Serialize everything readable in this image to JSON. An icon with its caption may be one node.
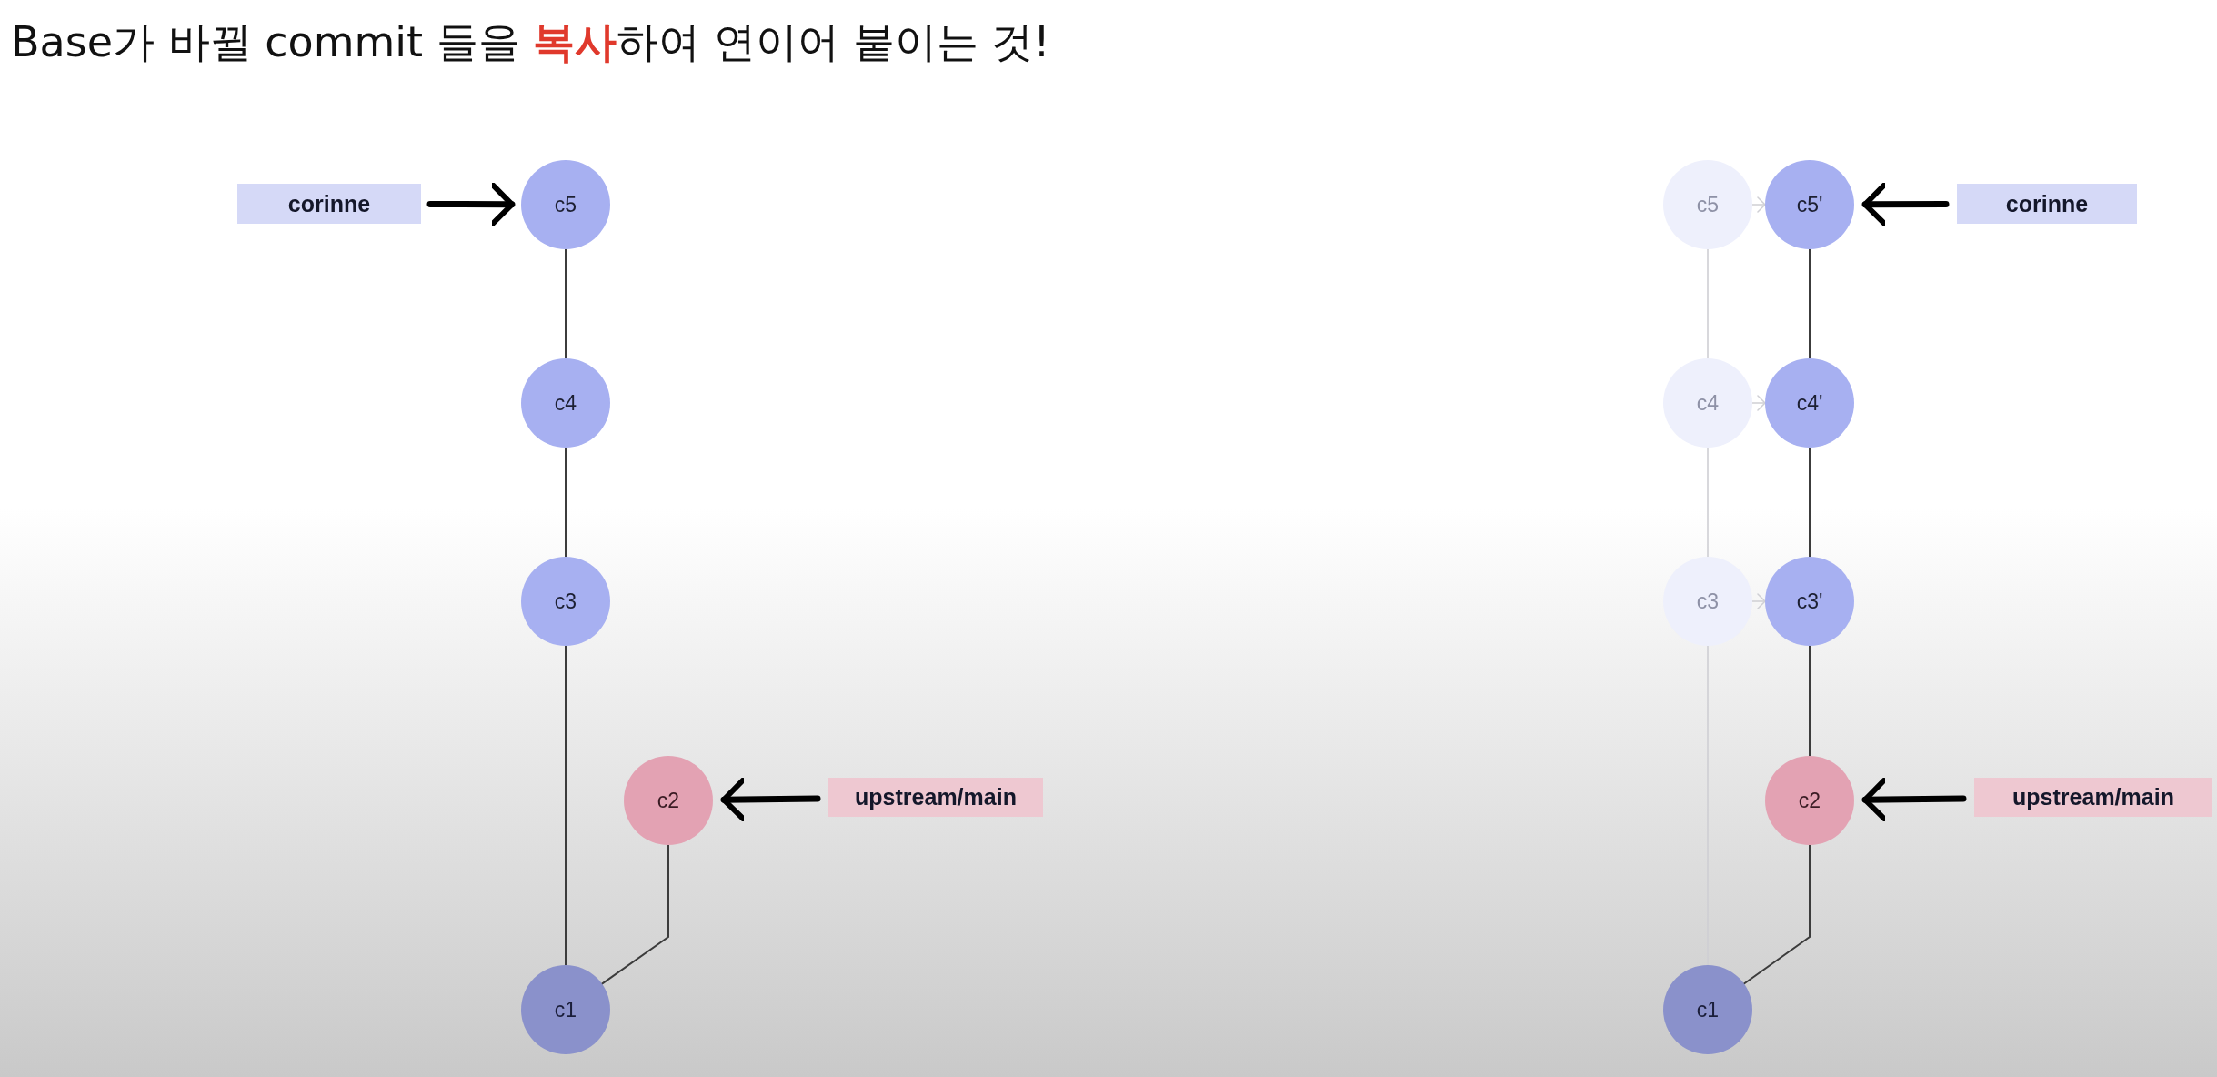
{
  "diagram": {
    "title": "Base가 바뀔 commit 들을 **복사**하여 연이어 붙이는 것!",
    "nodes": [
      {
        "text": [
          "corinne"
        ]
      },
      {
        "text": [
          "c5"
        ]
      },
      {
        "text": [
          "c4"
        ]
      },
      {
        "text": [
          "c3"
        ]
      },
      {
        "text": [
          "c2"
        ]
      },
      {
        "text": [
          "upstream/main"
        ]
      },
      {
        "text": [
          "c1"
        ]
      },
      {
        "text": [
          "c5"
        ]
      },
      {
        "text": [
          "c5'"
        ]
      },
      {
        "text": [
          "corinne"
        ]
      },
      {
        "text": [
          "c4"
        ]
      },
      {
        "text": [
          "c4'"
        ]
      },
      {
        "text": [
          "c3"
        ]
      },
      {
        "text": [
          "c3'"
        ]
      },
      {
        "text": [
          "c2"
        ]
      },
      {
        "text": [
          "upstream/main"
        ]
      },
      {
        "text": [
          "c1"
        ]
      }
    ],
    "edges": [
      {
        "from": 0,
        "to": 1,
        "arrow": "to",
        "style": "thick",
        "color": "#000000"
      },
      {
        "from": 1,
        "to": 2,
        "arrow": "none"
      },
      {
        "from": 2,
        "to": 3,
        "arrow": "none"
      },
      {
        "from": 3,
        "to": 6,
        "arrow": "none"
      },
      {
        "from": 4,
        "to": 6,
        "arrow": "none"
      },
      {
        "from": 5,
        "to": 4,
        "arrow": "to",
        "style": "thick",
        "color": "#000000"
      },
      {
        "from": 7,
        "to": 8,
        "arrow": "to",
        "color": "#cfcfd4"
      },
      {
        "from": 9,
        "to": 8,
        "arrow": "to",
        "style": "thick",
        "color": "#000000"
      },
      {
        "from": 10,
        "to": 11,
        "arrow": "to",
        "color": "#cfcfd4"
      },
      {
        "from": 12,
        "to": 13,
        "arrow": "to",
        "color": "#cfcfd4"
      },
      {
        "from": 7,
        "to": 10,
        "arrow": "none",
        "color": "#cfcfd4"
      },
      {
        "from": 10,
        "to": 12,
        "arrow": "none",
        "color": "#cfcfd4"
      },
      {
        "from": 12,
        "to": 16,
        "arrow": "none",
        "color": "#cfcfd4"
      },
      {
        "from": 8,
        "to": 11,
        "arrow": "none"
      },
      {
        "from": 11,
        "to": 13,
        "arrow": "none"
      },
      {
        "from": 13,
        "to": 14,
        "arrow": "none"
      },
      {
        "from": 14,
        "to": 16,
        "arrow": "none"
      },
      {
        "from": 15,
        "to": 14,
        "arrow": "to",
        "style": "thick",
        "color": "#000000"
      }
    ]
  }
}
